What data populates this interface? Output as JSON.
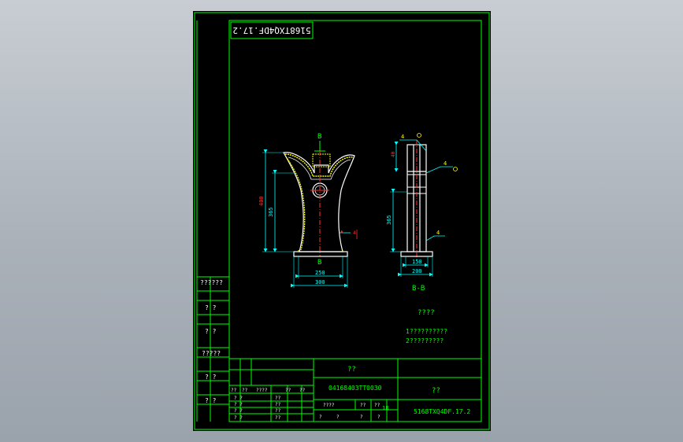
{
  "colors": {
    "background": "#b4bac1",
    "sheet": "#000000",
    "frame": "#00ff00",
    "part": "#ffffff",
    "weld": "#ffff00",
    "dimension": "#00ffff",
    "center_line": "#ff3030",
    "label": "#ffff00"
  },
  "drawing": {
    "mirrored_code": "5168TXQ4DF.17.2",
    "section_mark_top": "B",
    "section_mark_bottom": "B",
    "section_title": "B-B",
    "front_view": {
      "dim_total_height": "400",
      "dim_lower_height": "365",
      "dim_base_inner": "250",
      "dim_base_outer": "300",
      "note_mark": "4"
    },
    "section_view": {
      "dim_upper": "40",
      "dim_height": "365",
      "dim_base_inner": "150",
      "dim_base_outer": "200",
      "weld_labels": [
        "4",
        "4",
        "4"
      ]
    },
    "tech_requirements": {
      "title": "????",
      "line1": "1??????????",
      "line2": "2?????????"
    }
  },
  "side_table": [
    "??????",
    "? ?",
    "? ?",
    "?????",
    "? ?",
    "? ?"
  ],
  "title_block": {
    "name": "??",
    "drawing_number": "04168403TT0030",
    "material": "??",
    "code": "5168TXQ4DF.17.2",
    "scale_value": "18",
    "header_row": [
      "??",
      "??",
      "????",
      "??",
      "??"
    ],
    "left_rows": [
      "? ?",
      "? ?",
      "? ?",
      "? ?"
    ],
    "mid_rows": [
      "??",
      "??",
      "??",
      "??"
    ],
    "mid_cells": [
      "????",
      "??",
      "??"
    ],
    "bottom_cells": [
      "?",
      "?",
      "?",
      "?"
    ]
  }
}
